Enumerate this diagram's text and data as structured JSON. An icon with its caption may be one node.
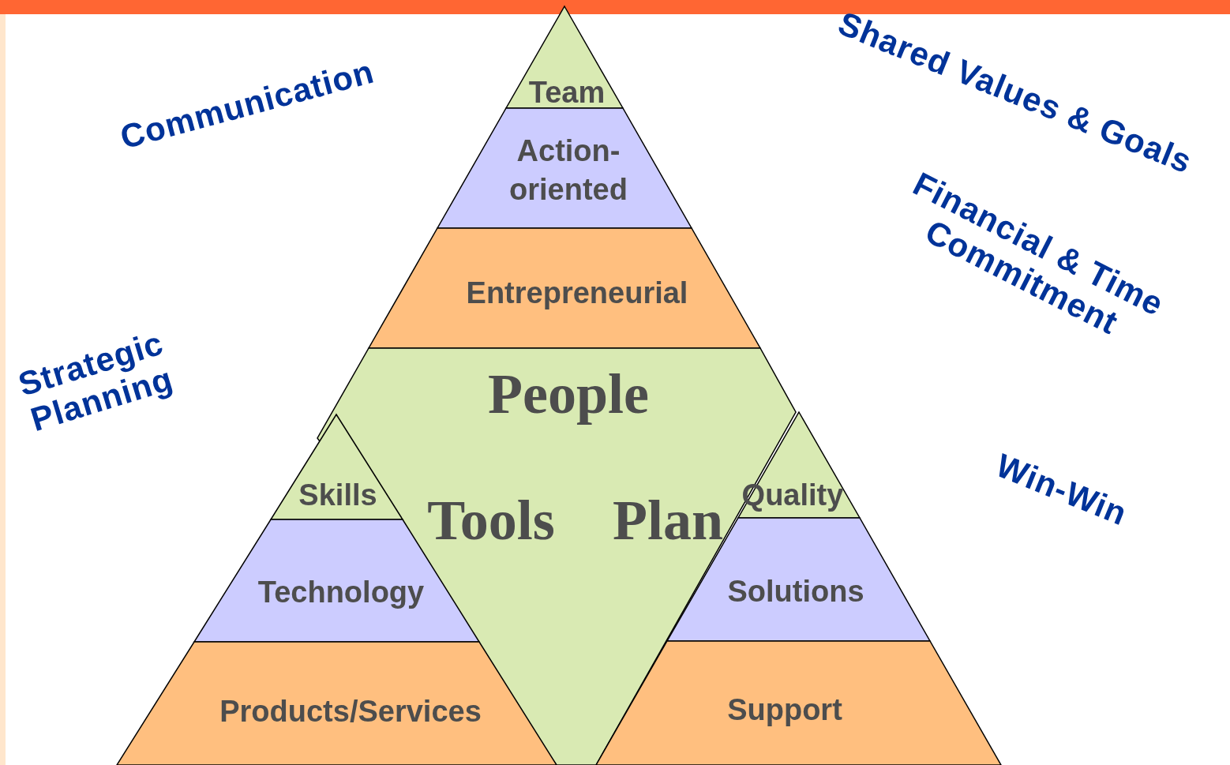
{
  "diagram": {
    "nodes": [
      {
        "text": [
          "Team"
        ]
      },
      {
        "text": [
          "Action-oriented"
        ]
      },
      {
        "text": [
          "Entrepreneurial"
        ]
      },
      {
        "text": [
          "People",
          "Tools",
          "Plan"
        ]
      },
      {
        "text": [
          "Skills"
        ]
      },
      {
        "text": [
          "Technology"
        ]
      },
      {
        "text": [
          "Products/Services"
        ]
      },
      {
        "text": [
          "Quality"
        ]
      },
      {
        "text": [
          "Solutions"
        ]
      },
      {
        "text": [
          "Support"
        ]
      }
    ],
    "labels": [
      "Communication",
      "Shared Values & Goals",
      "Financial & Time Commitment",
      "Strategic Planning",
      "Win-Win"
    ]
  }
}
